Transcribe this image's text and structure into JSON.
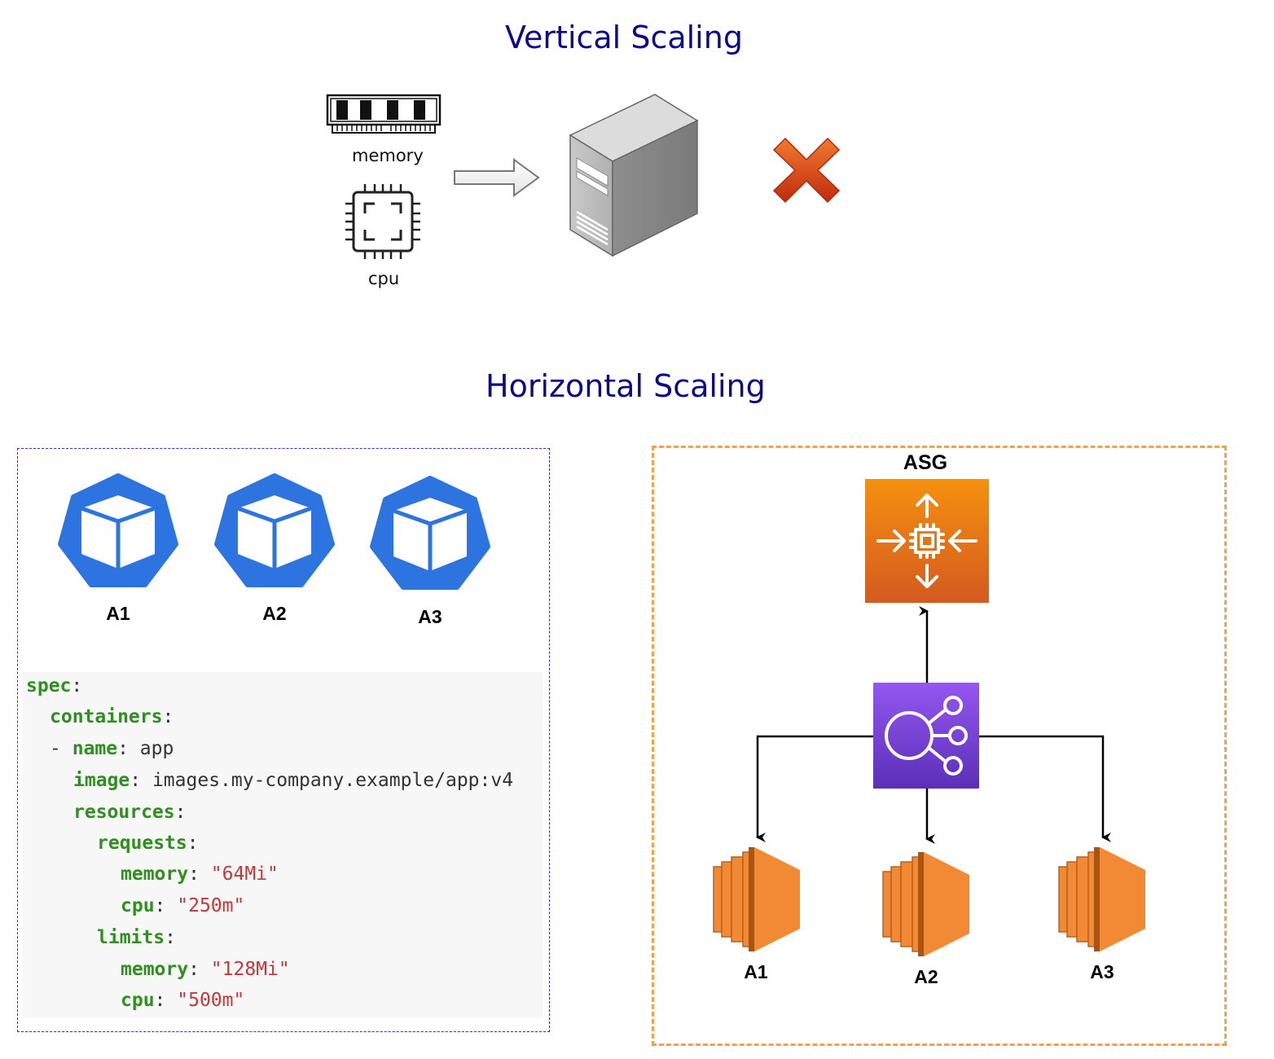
{
  "vertical": {
    "title": "Vertical Scaling",
    "memory_label": "memory",
    "cpu_label": "cpu",
    "icons": [
      "memory-chip-icon",
      "cpu-icon",
      "arrow-right-icon",
      "server-tower-icon",
      "red-x-icon"
    ]
  },
  "horizontal": {
    "title": "Horizontal Scaling",
    "k8s": {
      "pods": [
        {
          "label": "A1"
        },
        {
          "label": "A2"
        },
        {
          "label": "A3"
        }
      ],
      "code": [
        {
          "key": "spec",
          "sep": ":",
          "value": ""
        },
        {
          "key": "containers",
          "sep": ":",
          "value": ""
        },
        {
          "prefix": "- ",
          "key": "name",
          "sep": ": ",
          "value": "app"
        },
        {
          "key": "image",
          "sep": ": ",
          "value": "images.my-company.example/app:v4"
        },
        {
          "key": "resources",
          "sep": ":",
          "value": ""
        },
        {
          "key": "requests",
          "sep": ":",
          "value": ""
        },
        {
          "key": "memory",
          "sep": ": ",
          "str": "\"64Mi\""
        },
        {
          "key": "cpu",
          "sep": ": ",
          "str": "\"250m\""
        },
        {
          "key": "limits",
          "sep": ":",
          "value": ""
        },
        {
          "key": "memory",
          "sep": ": ",
          "str": "\"128Mi\""
        },
        {
          "key": "cpu",
          "sep": ": ",
          "str": "\"500m\""
        }
      ]
    },
    "aws": {
      "asg_label": "ASG",
      "instances": [
        {
          "label": "A1"
        },
        {
          "label": "A2"
        },
        {
          "label": "A3"
        }
      ],
      "icons": [
        "autoscaling-icon",
        "load-balancer-icon",
        "ec2-instance-icon"
      ]
    }
  },
  "colors": {
    "title": "#0b0b8c",
    "k8s_blue": "#2d74e0",
    "asg_orange": "#e8791a",
    "elb_purple": "#7b3fd6",
    "ec2_orange": "#f28a35",
    "yaml_key": "#2f8f1f",
    "yaml_string": "#c0393b"
  }
}
